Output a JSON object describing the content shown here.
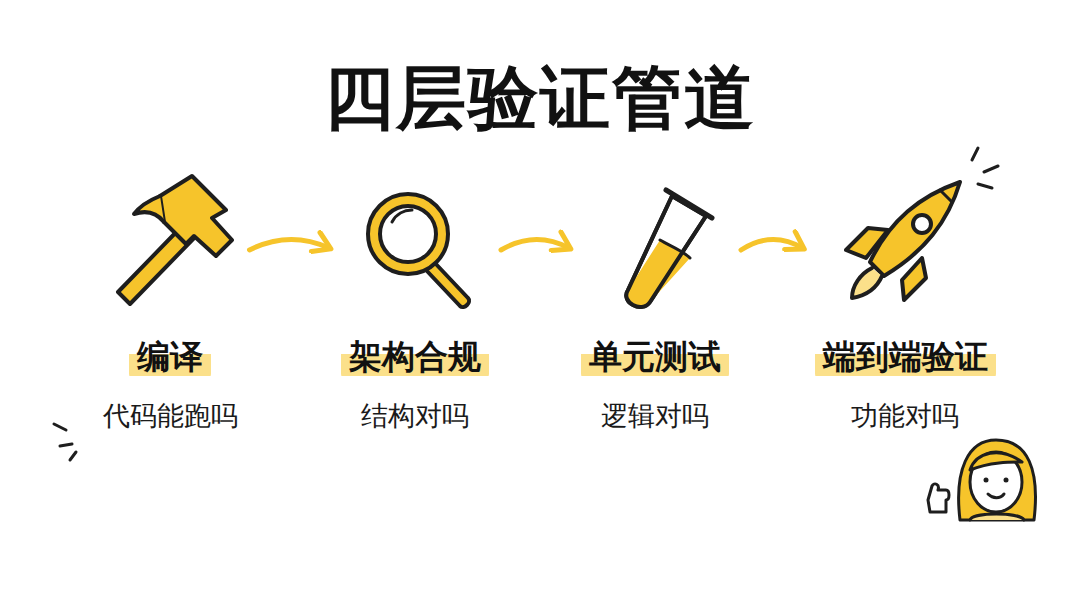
{
  "diagram": {
    "title": "四层验证管道",
    "nodes": [
      {
        "text": [
          "编译",
          "代码能跑吗"
        ]
      },
      {
        "text": [
          "架构合规",
          "结构对吗"
        ]
      },
      {
        "text": [
          "单元测试",
          "逻辑对吗"
        ]
      },
      {
        "text": [
          "端到端验证",
          "功能对吗"
        ]
      }
    ],
    "edges": [
      {
        "from": 0,
        "to": 1,
        "arrow": "to"
      },
      {
        "from": 1,
        "to": 2,
        "arrow": "to"
      },
      {
        "from": 2,
        "to": 3,
        "arrow": "to"
      }
    ]
  }
}
